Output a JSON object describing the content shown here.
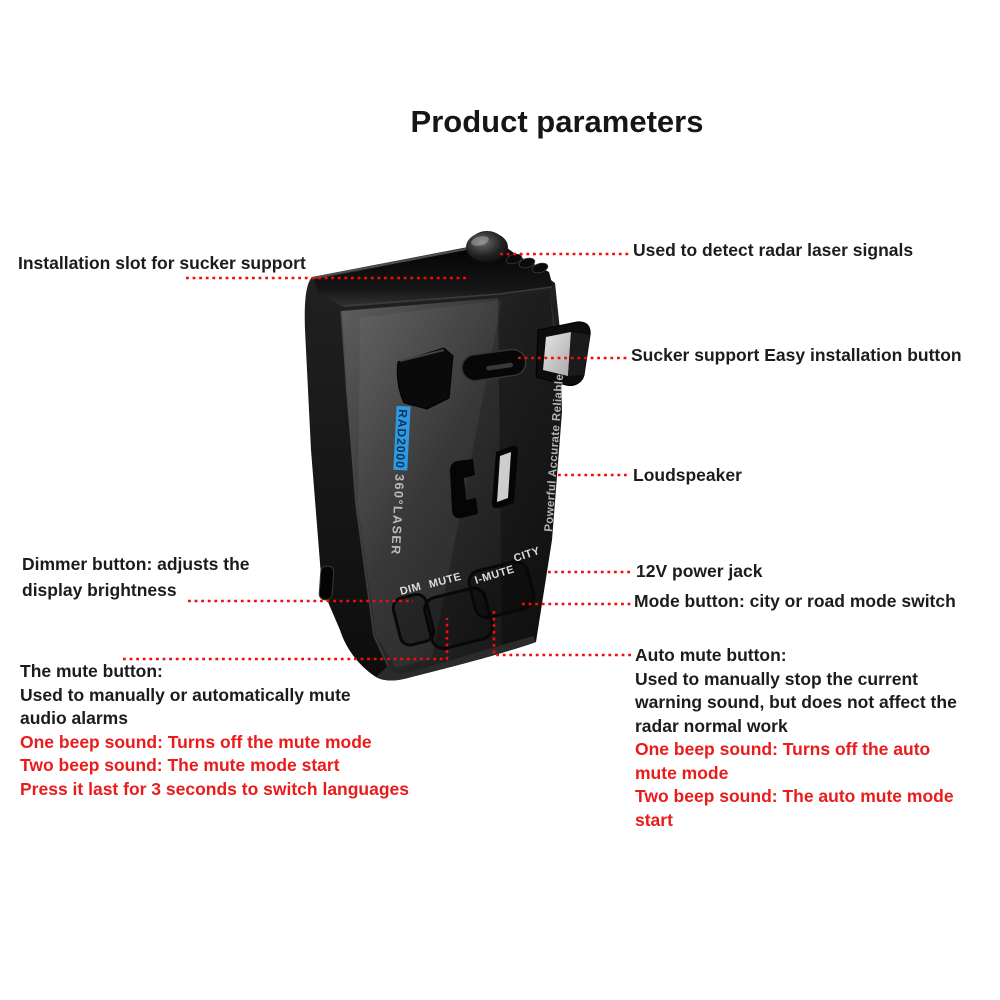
{
  "title": "Product parameters",
  "colors": {
    "callout_line_red": "#f20c0c",
    "red_text": "#ea1b1b",
    "black_text": "#1c1c1c",
    "brand_blue": "#2e9ae6"
  },
  "device": {
    "brand": "RAD2000",
    "brand_suffix": "360°LASER",
    "slogan": "Powerful Accurate Reliable",
    "buttons": [
      "DIM",
      "MUTE",
      "I-MUTE",
      "CITY"
    ]
  },
  "callouts": {
    "install": {
      "text": "Installation slot for sucker support"
    },
    "detect": {
      "text": "Used to detect radar laser signals"
    },
    "sucker": {
      "text": "Sucker support Easy installation button"
    },
    "speaker": {
      "text": "Loudspeaker"
    },
    "dimmer": {
      "line1": "Dimmer button: adjusts the",
      "line2": "display brightness"
    },
    "power": {
      "text": "12V power jack"
    },
    "mode": {
      "text": "Mode button: city or road mode switch"
    },
    "mute": {
      "black1": "The mute button:",
      "black2": "Used to manually or automatically mute",
      "black3": "audio alarms",
      "red1": "One beep sound: Turns off the mute mode",
      "red2": "Two beep sound: The mute mode start",
      "red3": "Press it last for 3 seconds to switch languages"
    },
    "automute": {
      "black1": "Auto mute button:",
      "black2": "Used to manually stop the current",
      "black3": "warning sound, but does not affect the",
      "black4": "radar normal work",
      "red1": "One beep sound: Turns off the auto",
      "red2": "mute mode",
      "red3": "Two beep sound: The auto mute mode",
      "red4": "start"
    }
  }
}
